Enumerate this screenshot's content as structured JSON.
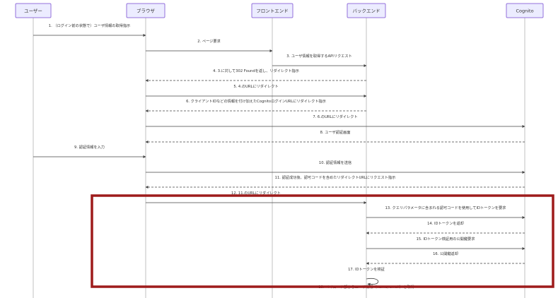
{
  "diagram": {
    "accent_color": "#9e1b1b",
    "actors": [
      {
        "id": "user",
        "label": "ユーザー"
      },
      {
        "id": "browser",
        "label": "ブラウザ"
      },
      {
        "id": "frontend",
        "label": "フロントエンド"
      },
      {
        "id": "backend",
        "label": "バックエンド"
      },
      {
        "id": "cognito",
        "label": "Cognito"
      }
    ],
    "messages": [
      {
        "from": "user",
        "to": "browser",
        "style": "solid",
        "text": "1. （ログイン前の状態で）ユーザ情報の取得指示"
      },
      {
        "from": "browser",
        "to": "frontend",
        "style": "solid",
        "text": "2. ページ要求"
      },
      {
        "from": "frontend",
        "to": "backend",
        "style": "solid",
        "text": "3. ユーザ情報を取得するAPIリクエスト"
      },
      {
        "from": "backend",
        "to": "browser",
        "style": "dashed",
        "text": "4. 3.に対して302 Foundを返し、リダイレクト指示"
      },
      {
        "from": "browser",
        "to": "backend",
        "style": "solid",
        "text": "5. 4.のURLにリダイレクト"
      },
      {
        "from": "backend",
        "to": "browser",
        "style": "dashed",
        "text": "6. クライアントIDなどの情報を付け加えたCognitoログインURLにリダイレクト指示"
      },
      {
        "from": "browser",
        "to": "cognito",
        "style": "solid",
        "text": "7. 6.のURLにリダイレクト"
      },
      {
        "from": "cognito",
        "to": "browser",
        "style": "dashed",
        "text": "8. ユーザ認証画面"
      },
      {
        "from": "user",
        "to": "browser",
        "style": "solid",
        "text": "9. 認証情報を入力"
      },
      {
        "from": "browser",
        "to": "cognito",
        "style": "solid",
        "text": "10. 認証情報を送信"
      },
      {
        "from": "cognito",
        "to": "browser",
        "style": "dashed",
        "text": "11. 認証成功後、認可コードを含めたリダイレクトURLにリクエスト指示"
      },
      {
        "from": "browser",
        "to": "backend",
        "style": "solid",
        "text": "12. 11.のURLにリダイレクト"
      },
      {
        "from": "backend",
        "to": "cognito",
        "style": "solid",
        "text": "13. クエリパラメータに含まれる認可コードを使用してIDトークンを要求"
      },
      {
        "from": "cognito",
        "to": "backend",
        "style": "dashed",
        "text": "14. IDトークンを返却"
      },
      {
        "from": "backend",
        "to": "cognito",
        "style": "solid",
        "text": "15. IDトークン検証用の公開鍵要求"
      },
      {
        "from": "cognito",
        "to": "backend",
        "style": "dashed",
        "text": "16. 公開鍵返却"
      },
      {
        "from": "backend",
        "to": "backend",
        "style": "solid",
        "text": "17. IDトークンを検証"
      },
      {
        "from": "backend",
        "to": "backend",
        "style": "solid",
        "text": "18. ペイロード部からユーザ情報（name, email）を取得"
      }
    ]
  }
}
